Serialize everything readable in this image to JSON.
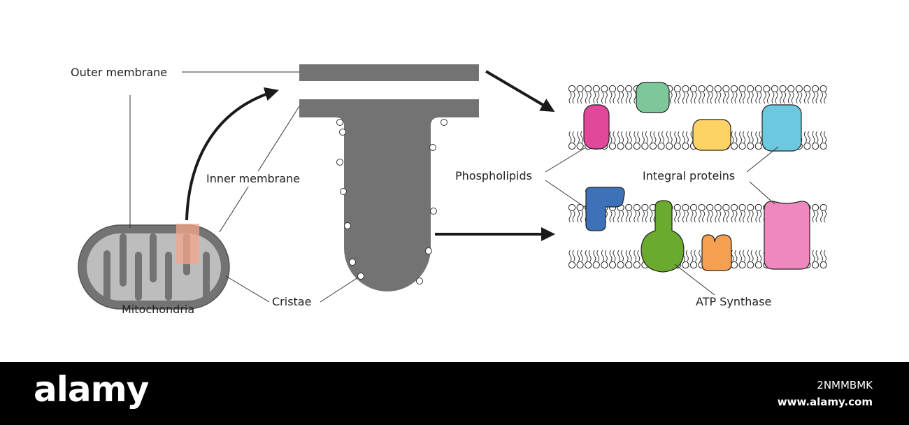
{
  "labels": {
    "outer_membrane": "Outer membrane",
    "inner_membrane": "Inner membrane",
    "mitochondria": "Mitochondria",
    "cristae": "Cristae",
    "phospholipids": "Phospholipids",
    "integral_proteins": "Integral proteins",
    "atp_synthase": "ATP Synthase"
  },
  "footer": {
    "brand": "alamy",
    "image_id": "2NMMBMK",
    "site": "www.alamy.com"
  },
  "colors": {
    "membrane_gray": "#737373",
    "mito_light": "#bdbdbd",
    "highlight": "#f4a58a",
    "protein_green": "#7ec79a",
    "protein_magenta": "#e2489a",
    "protein_yellow": "#fcd364",
    "protein_cyan": "#6bc8df",
    "protein_blue": "#3d72b8",
    "protein_lime": "#6aaa2e",
    "protein_orange": "#f5a052",
    "protein_pink": "#ee88bf"
  }
}
